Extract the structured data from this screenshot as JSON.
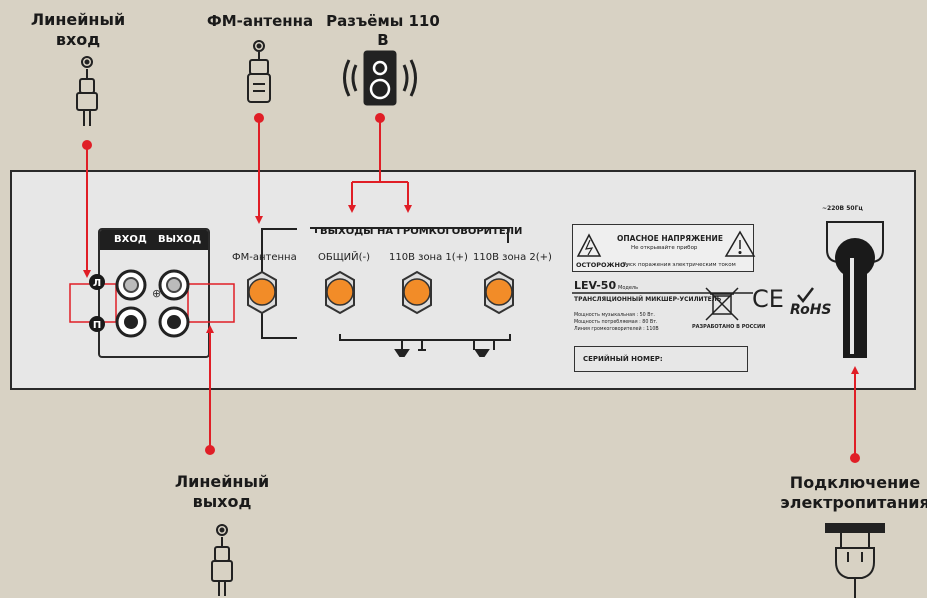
{
  "labels": {
    "line_in": "Линейный вход",
    "fm_antenna_top": "ФМ-антенна",
    "speaker_jacks": "Разъёмы 110 В",
    "line_out": "Линейный выход",
    "power": "Подключение электропитания"
  },
  "panel": {
    "io_header_in": "ВХОД",
    "io_header_out": "ВЫХОД",
    "channel_left": "Л",
    "channel_right": "П",
    "fm_label": "ФМ-антенна",
    "speaker_outputs_title": "ВЫХОДЫ НА ГРОМКОГОВОРИТЕЛИ",
    "out_common": "ОБЩИЙ(-)",
    "out_zone1": "110В зона 1(+)",
    "out_zone2": "110В зона 2(+)",
    "warning_title": "ОПАСНОЕ НАПРЯЖЕНИЕ",
    "warning_subtitle": "Не открывайте прибор",
    "caution_label": "ОСТОРОЖНО:",
    "caution_text": "Риск поражения электрическим током",
    "model_name": "LEV-50",
    "model_suffix": "Модель",
    "model_desc": "ТРАНСЛЯЦИОННЫЙ МИКШЕР-УСИЛИТЕЛЬ",
    "spec_music": "Мощность музыкальная : 50 Вт.",
    "spec_consumption": "Мощность потребляемая : 80 Вт.",
    "spec_line": "Линия громкоговорителей : 110В",
    "made_in": "РАЗРАБОТАНО В РОССИИ",
    "ce_mark": "CE",
    "rohs_mark": "RoHS",
    "serial_label": "СЕРИЙНЫЙ НОМЕР:",
    "power_spec": "~220В 50Гц"
  },
  "colors": {
    "background": "#d8d2c4",
    "panel": "#e7e7e7",
    "accent_red": "#e01e26",
    "terminal_orange": "#f28c28"
  }
}
